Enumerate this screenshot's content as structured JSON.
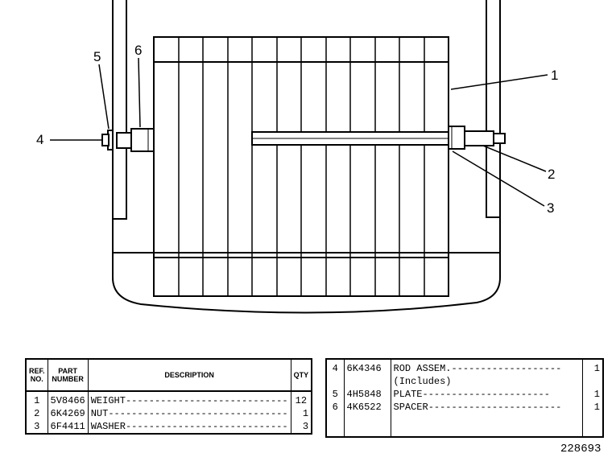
{
  "callouts": [
    "1",
    "2",
    "3",
    "4",
    "5",
    "6"
  ],
  "left_table": {
    "headers": {
      "ref_top": "REF.",
      "ref_bottom": "NO.",
      "part_top": "PART",
      "part_bottom": "NUMBER",
      "description": "DESCRIPTION",
      "qty": "QTY"
    },
    "rows": [
      {
        "ref": "1",
        "part": "5V8466",
        "desc": "WEIGHT----------------------------",
        "qty": "12"
      },
      {
        "ref": "2",
        "part": "6K4269",
        "desc": "NUT-------------------------------",
        "qty": "1"
      },
      {
        "ref": "3",
        "part": "6F4411",
        "desc": "WASHER----------------------------",
        "qty": "3"
      }
    ]
  },
  "right_table": {
    "rows": [
      {
        "ref": "4",
        "part": "6K4346",
        "desc": "ROD ASSEM.-------------------",
        "qty": "1"
      },
      {
        "ref": "",
        "part": "",
        "desc": "(Includes)",
        "qty": ""
      },
      {
        "ref": "5",
        "part": "4H5848",
        "desc": "PLATE----------------------",
        "qty": "1"
      },
      {
        "ref": "6",
        "part": "4K6522",
        "desc": "SPACER-----------------------",
        "qty": "1"
      }
    ]
  },
  "drawing_number": "228693"
}
